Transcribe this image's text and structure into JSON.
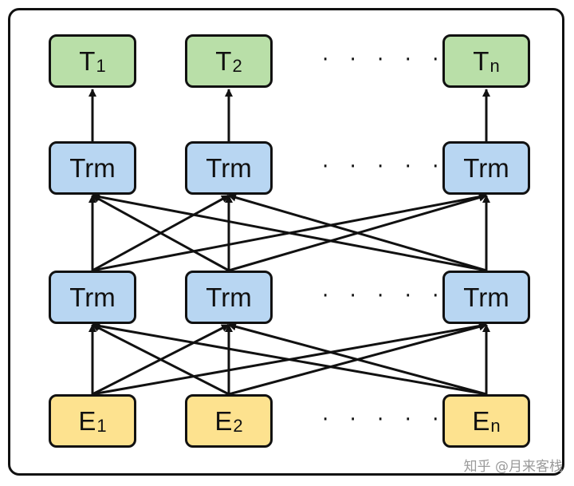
{
  "colors": {
    "output_fill": "#b9dfa8",
    "transformer_fill": "#b8d6f2",
    "embedding_fill": "#fde28f",
    "stroke": "#111111"
  },
  "rows": {
    "outputs": [
      {
        "base": "T",
        "sub": "1"
      },
      {
        "base": "T",
        "sub": "2"
      },
      {
        "base": "T",
        "sub": "n"
      }
    ],
    "transformer_top": [
      "Trm",
      "Trm",
      "Trm"
    ],
    "transformer_bottom": [
      "Trm",
      "Trm",
      "Trm"
    ],
    "embeddings": [
      {
        "base": "E",
        "sub": "1"
      },
      {
        "base": "E",
        "sub": "2"
      },
      {
        "base": "E",
        "sub": "n"
      }
    ]
  },
  "ellipsis": "· · · · ·",
  "watermark": "知乎 @月来客栈"
}
